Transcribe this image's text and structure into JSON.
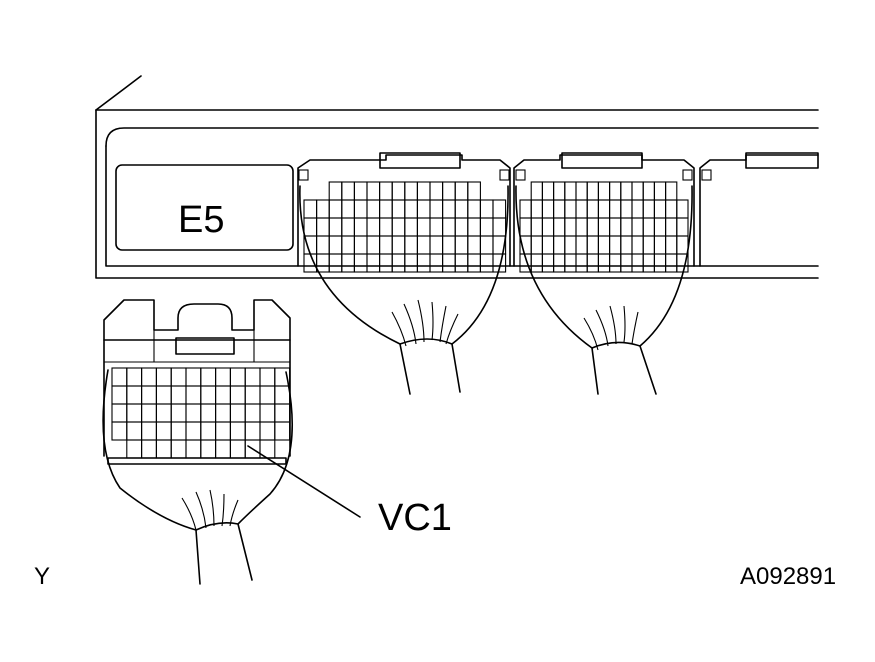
{
  "diagram": {
    "ecu_label": "E5",
    "connector_label": "VC1",
    "view_mark": "Y",
    "figure_code": "A092891"
  }
}
